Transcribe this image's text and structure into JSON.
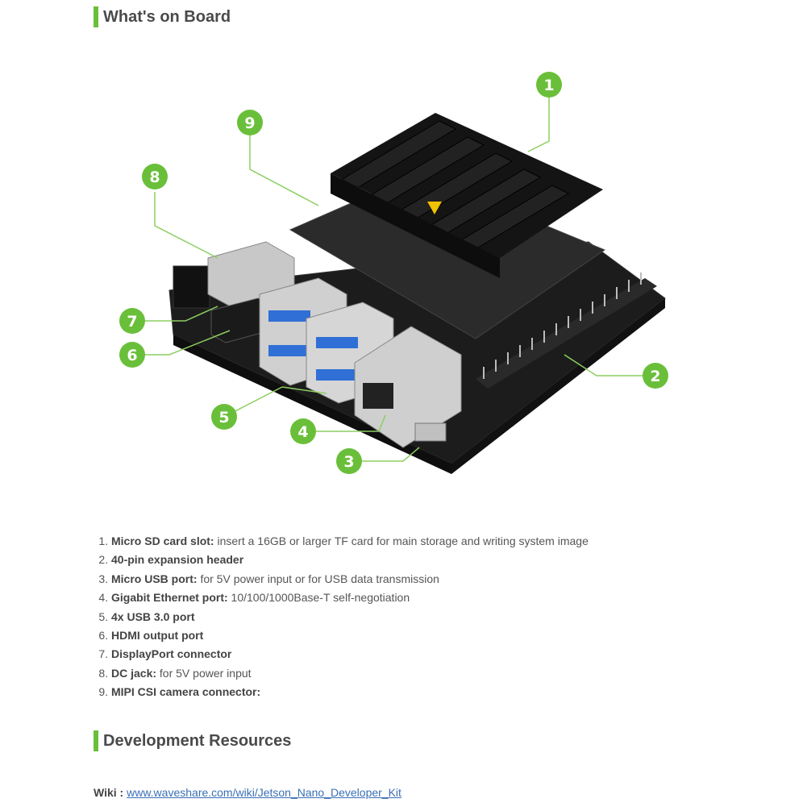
{
  "headings": {
    "on_board": "What's on Board",
    "dev_resources": "Development Resources"
  },
  "callouts": [
    "1",
    "2",
    "3",
    "4",
    "5",
    "6",
    "7",
    "8",
    "9"
  ],
  "colors": {
    "accent": "#6abf3a",
    "link": "#3a6fb5"
  },
  "features": [
    {
      "title": "Micro SD card slot:",
      "desc": " insert a 16GB or larger TF card for main storage and writing system image"
    },
    {
      "title": "40-pin expansion header",
      "desc": ""
    },
    {
      "title": "Micro USB port:",
      "desc": " for 5V power input or for USB data transmission"
    },
    {
      "title": "Gigabit Ethernet port:",
      "desc": " 10/100/1000Base-T self-negotiation"
    },
    {
      "title": "4x USB 3.0 port",
      "desc": ""
    },
    {
      "title": "HDMI output port",
      "desc": ""
    },
    {
      "title": "DisplayPort connector",
      "desc": ""
    },
    {
      "title": "DC jack:",
      "desc": " for 5V power input"
    },
    {
      "title": "MIPI CSI camera connector:",
      "desc": ""
    }
  ],
  "wiki": {
    "label": "Wiki : ",
    "link_text": "www.waveshare.com/wiki/Jetson_Nano_Developer_Kit"
  }
}
